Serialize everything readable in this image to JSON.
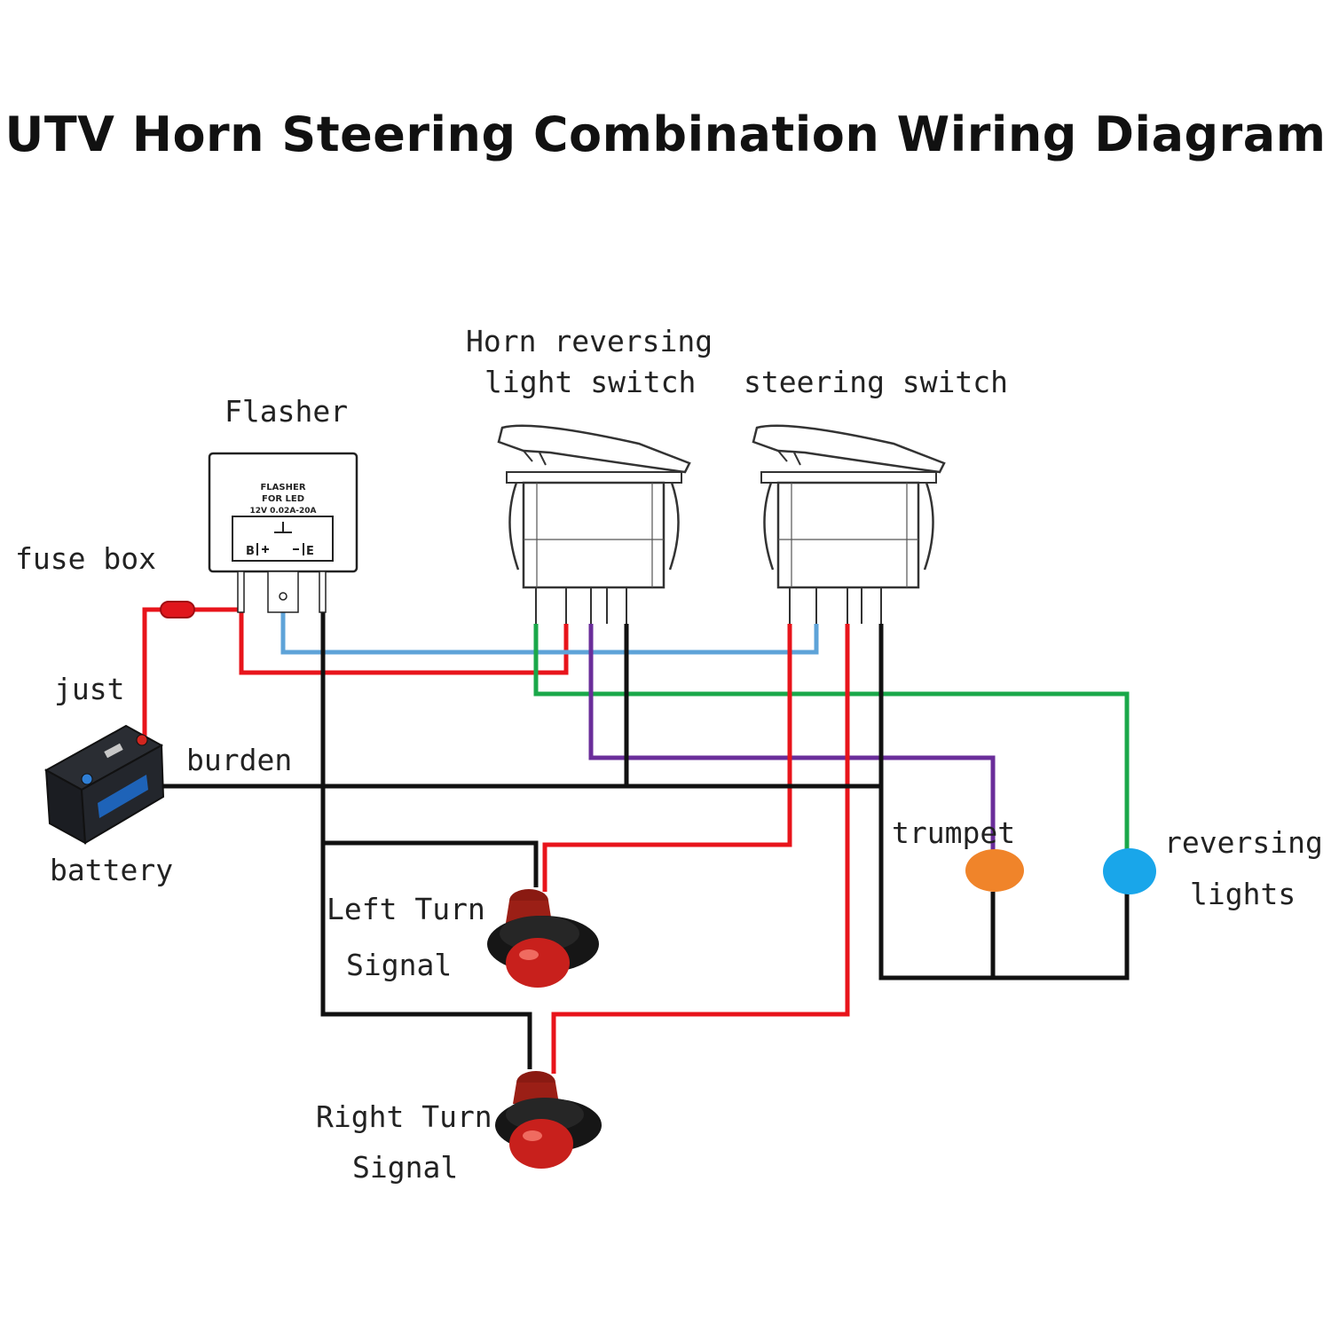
{
  "title": "UTV Horn Steering Combination Wiring Diagram",
  "labels": {
    "flasher": "Flasher",
    "horn_switch_line1": "Horn reversing",
    "horn_switch_line2": "light switch",
    "steering_switch": "steering switch",
    "fuse_box": "fuse box",
    "just": "just",
    "burden": "burden",
    "battery": "battery",
    "trumpet": "trumpet",
    "reversing_line1": "reversing",
    "reversing_line2": "lights",
    "left_turn_line1": "Left Turn",
    "left_turn_line2": "Signal",
    "right_turn_line1": "Right Turn",
    "right_turn_line2": "Signal"
  },
  "flasher_unit": {
    "line1": "FLASHER",
    "line2": "FOR LED",
    "line3": "12V 0.02A-20A",
    "terminal_b": "B",
    "terminal_e": "E"
  },
  "wire_colors": {
    "positive": "#e8141b",
    "ground": "#111111",
    "flasher_out": "#5ea3d8",
    "reverse": "#1aa84a",
    "horn": "#6a2d9a"
  },
  "component_colors": {
    "trumpet": "#f0842a",
    "reversing_lights": "#19a6ea",
    "turn_signal_lens": "#c8201c"
  }
}
